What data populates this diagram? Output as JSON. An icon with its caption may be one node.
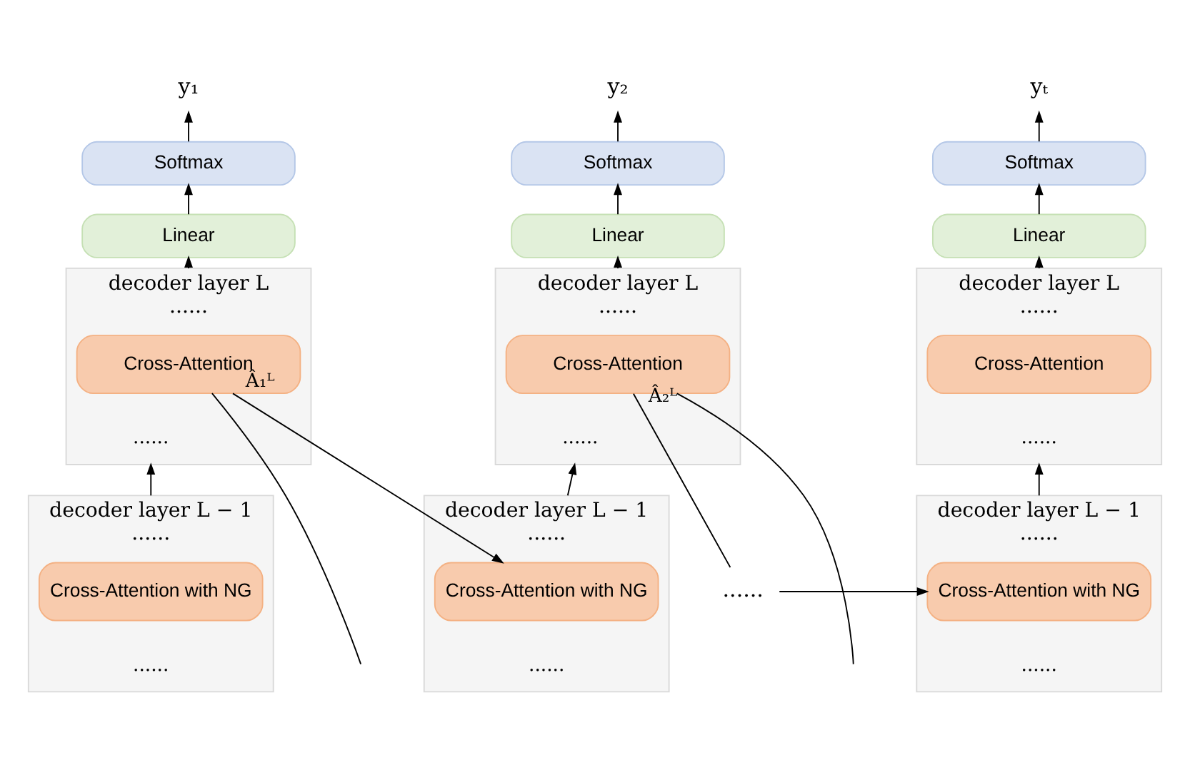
{
  "diagram": {
    "nodes": [
      {
        "text": [
          "y₁"
        ]
      },
      {
        "text": [
          "Softmax"
        ]
      },
      {
        "text": [
          "Linear"
        ]
      },
      {
        "text": [
          "decoder layer L",
          "......",
          "......"
        ]
      },
      {
        "text": [
          "Cross-Attention"
        ],
        "in": 3
      },
      {
        "text": [
          "decoder layer L − 1",
          "......",
          "......"
        ]
      },
      {
        "text": [
          "Cross-Attention with NG"
        ],
        "in": 5
      },
      {
        "text": [
          "y₂"
        ]
      },
      {
        "text": [
          "Softmax"
        ]
      },
      {
        "text": [
          "Linear"
        ]
      },
      {
        "text": [
          "decoder layer L",
          "......",
          "......"
        ]
      },
      {
        "text": [
          "Cross-Attention"
        ],
        "in": 10
      },
      {
        "text": [
          "decoder layer L − 1",
          "......",
          "......"
        ]
      },
      {
        "text": [
          "Cross-Attention with NG"
        ],
        "in": 12
      },
      {
        "text": [
          "......"
        ]
      },
      {
        "text": [
          "yₜ"
        ]
      },
      {
        "text": [
          "Softmax"
        ]
      },
      {
        "text": [
          "Linear"
        ]
      },
      {
        "text": [
          "decoder layer L",
          "......",
          "......"
        ]
      },
      {
        "text": [
          "Cross-Attention"
        ],
        "in": 18
      },
      {
        "text": [
          "decoder layer L − 1",
          "......",
          "......"
        ]
      },
      {
        "text": [
          "Cross-Attention with NG"
        ],
        "in": 20
      }
    ],
    "edges": [
      {
        "from": 1,
        "to": 0,
        "arrow": "to"
      },
      {
        "from": 2,
        "to": 1,
        "arrow": "to"
      },
      {
        "from": 3,
        "to": 2,
        "arrow": "to"
      },
      {
        "from": 5,
        "to": 3,
        "arrow": "to"
      },
      {
        "from": 4,
        "to": 13,
        "arrow": "to",
        "label": "Â₁ᴸ"
      },
      {
        "from": 4,
        "to": null,
        "arrow": "none"
      },
      {
        "from": 8,
        "to": 7,
        "arrow": "to"
      },
      {
        "from": 9,
        "to": 8,
        "arrow": "to"
      },
      {
        "from": 10,
        "to": 9,
        "arrow": "to"
      },
      {
        "from": 12,
        "to": 10,
        "arrow": "to"
      },
      {
        "from": 11,
        "to": 14,
        "arrow": "none",
        "label": "Â₂ᴸ"
      },
      {
        "from": 11,
        "to": null,
        "arrow": "none"
      },
      {
        "from": 14,
        "to": 21,
        "arrow": "to"
      },
      {
        "from": 16,
        "to": 15,
        "arrow": "to"
      },
      {
        "from": 17,
        "to": 16,
        "arrow": "to"
      },
      {
        "from": 18,
        "to": 17,
        "arrow": "to"
      },
      {
        "from": 20,
        "to": 18,
        "arrow": "to"
      }
    ]
  }
}
